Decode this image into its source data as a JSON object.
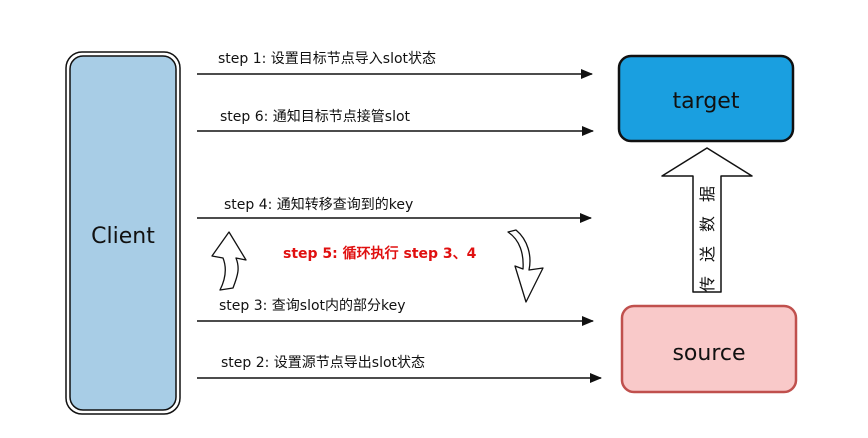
{
  "nodes": {
    "client": "Client",
    "target": "target",
    "source": "source"
  },
  "colors": {
    "client_fill": "#a8cde6",
    "target_fill": "#1a9fe0",
    "source_fill": "#f9c9c9",
    "source_stroke": "#c0504d",
    "loop_text": "#e01010"
  },
  "steps": {
    "step1": "step 1: 设置目标节点导入slot状态",
    "step6": "step 6:  通知目标节点接管slot",
    "step4": "step 4: 通知转移查询到的key",
    "step5": "step 5: 循环执行 step 3、4",
    "step3": "step 3: 查询slot内的部分key",
    "step2": "step 2:  设置源节点导出slot状态"
  },
  "transfer": {
    "chars": [
      "传",
      "送",
      "数",
      "据"
    ]
  }
}
